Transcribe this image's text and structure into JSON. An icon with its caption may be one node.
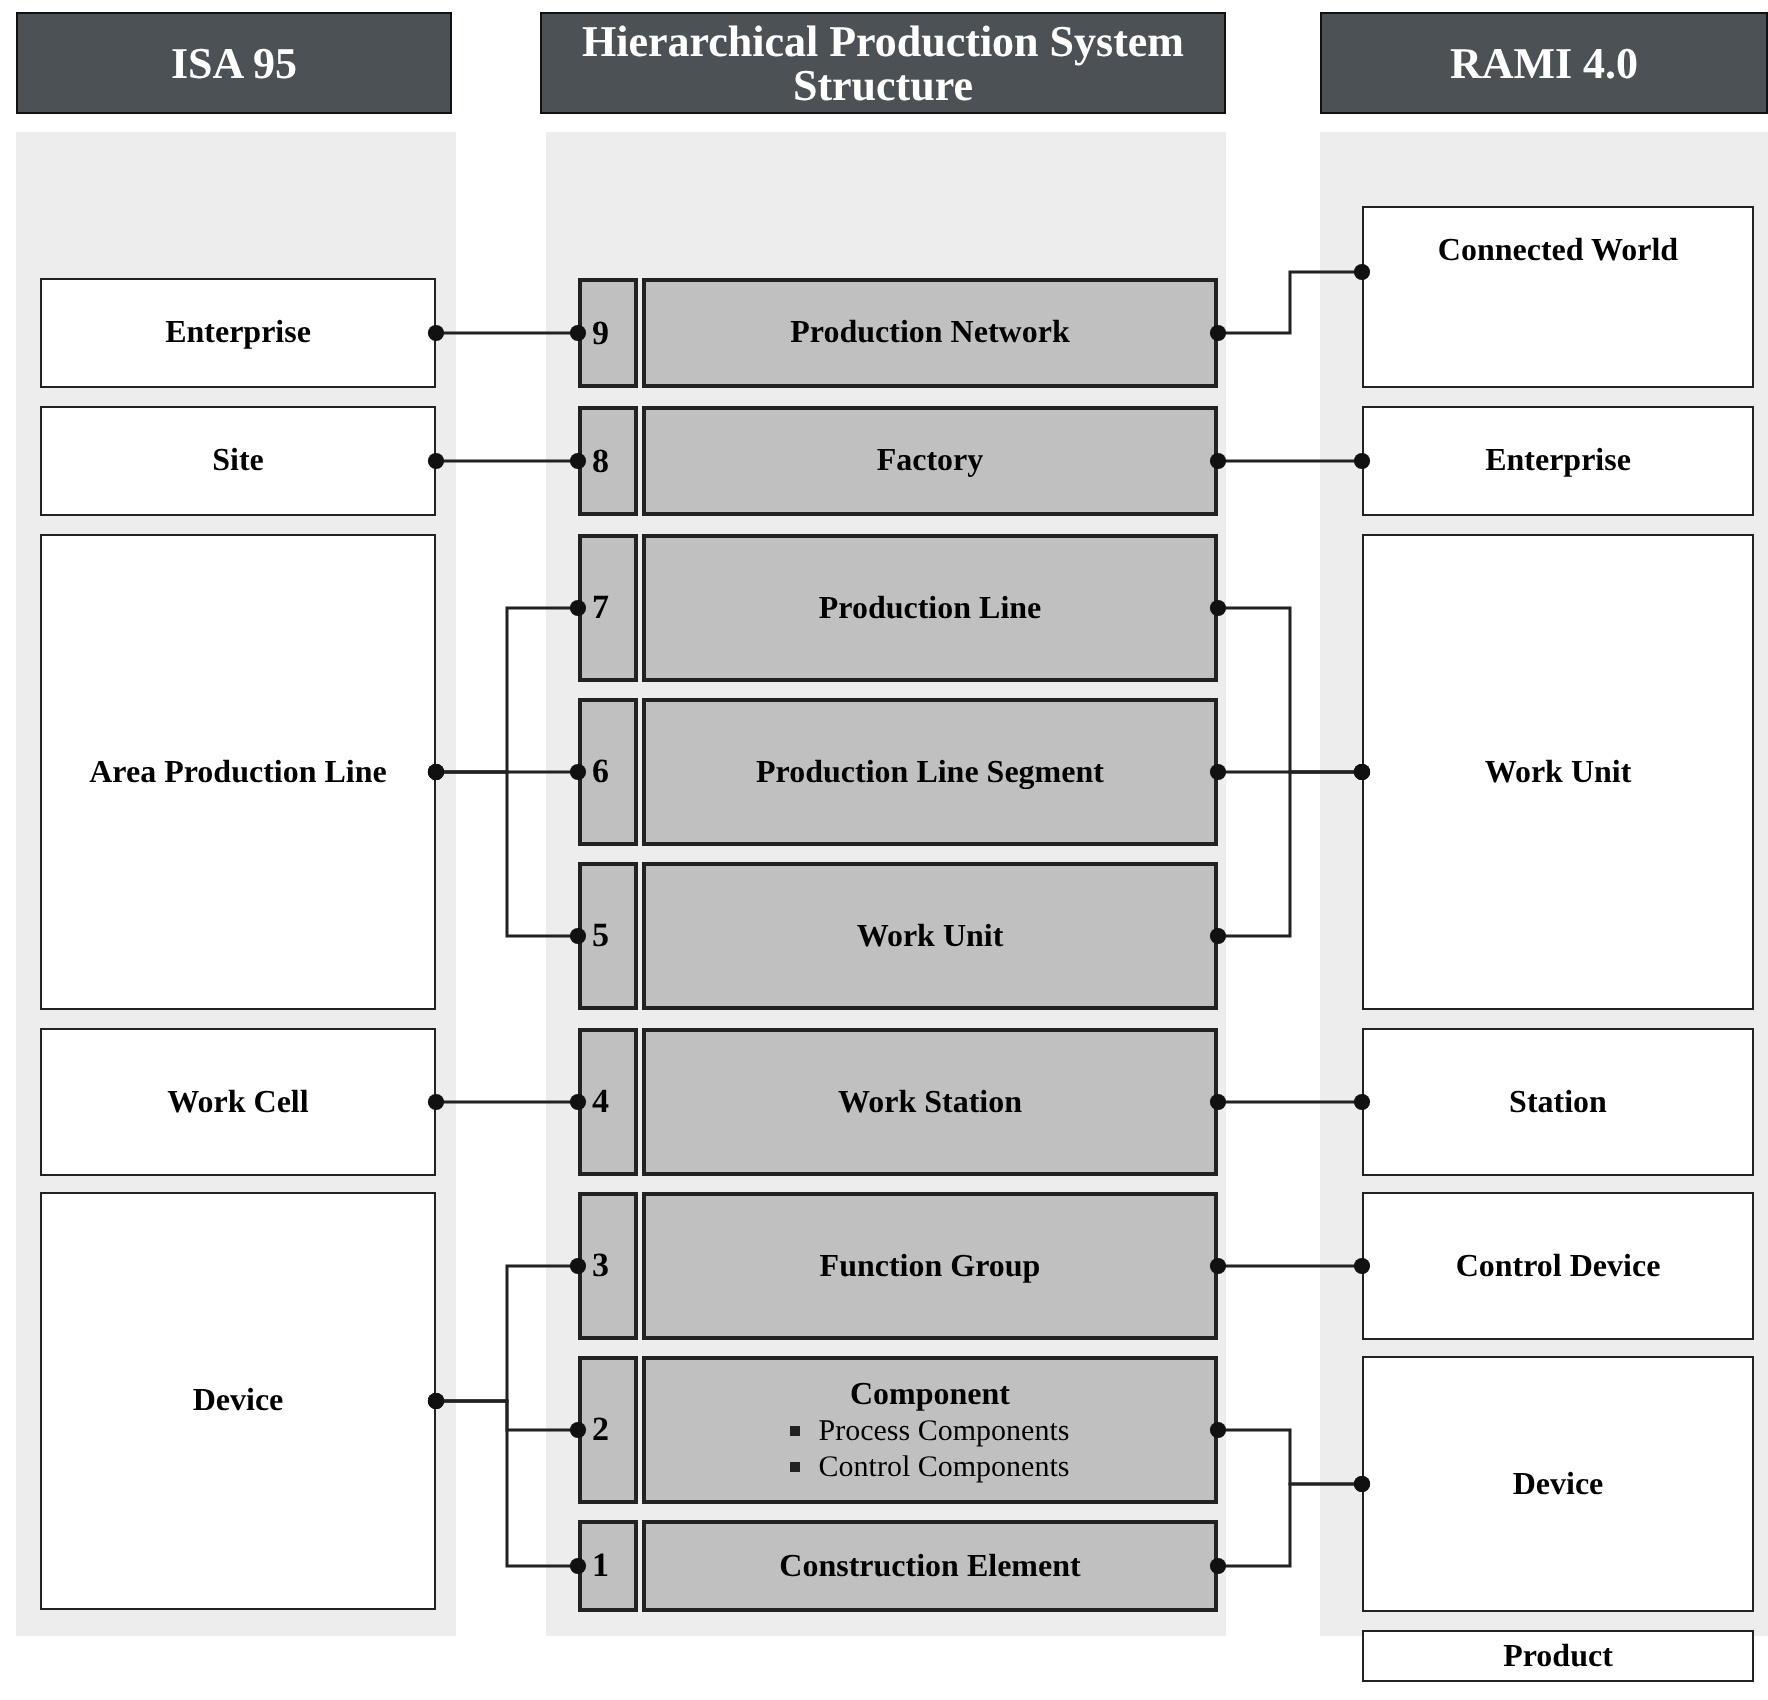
{
  "diagram": {
    "nodes": [
      {
        "text": [
          "ISA 95"
        ]
      },
      {
        "text": [
          "Hierarchical Production System Structure"
        ]
      },
      {
        "text": [
          "RAMI 4.0"
        ]
      },
      {
        "text": [
          "Enterprise"
        ]
      },
      {
        "text": [
          "Site"
        ]
      },
      {
        "text": [
          "Area Production Line"
        ]
      },
      {
        "text": [
          "Work Cell"
        ]
      },
      {
        "text": [
          "Device"
        ]
      },
      {
        "text": [
          "9"
        ]
      },
      {
        "text": [
          "Production Network"
        ]
      },
      {
        "text": [
          "8"
        ]
      },
      {
        "text": [
          "Factory"
        ]
      },
      {
        "text": [
          "7"
        ]
      },
      {
        "text": [
          "Production Line"
        ]
      },
      {
        "text": [
          "6"
        ]
      },
      {
        "text": [
          "Production Line Segment"
        ]
      },
      {
        "text": [
          "5"
        ]
      },
      {
        "text": [
          "Work Unit"
        ]
      },
      {
        "text": [
          "4"
        ]
      },
      {
        "text": [
          "Work Station"
        ]
      },
      {
        "text": [
          "3"
        ]
      },
      {
        "text": [
          "Function Group"
        ]
      },
      {
        "text": [
          "2"
        ]
      },
      {
        "text": [
          "Component",
          "Process Components",
          "Control Components"
        ]
      },
      {
        "text": [
          "1"
        ]
      },
      {
        "text": [
          "Construction Element"
        ]
      },
      {
        "text": [
          "Connected World"
        ]
      },
      {
        "text": [
          "Enterprise"
        ]
      },
      {
        "text": [
          "Work Unit"
        ]
      },
      {
        "text": [
          "Station"
        ]
      },
      {
        "text": [
          "Control Device"
        ]
      },
      {
        "text": [
          "Device"
        ]
      },
      {
        "text": [
          "Product"
        ]
      }
    ],
    "edges": [
      {
        "from": 3,
        "to": 8,
        "arrow": "other"
      },
      {
        "from": 4,
        "to": 10,
        "arrow": "other"
      },
      {
        "from": 5,
        "to": 12,
        "arrow": "other"
      },
      {
        "from": 5,
        "to": 14,
        "arrow": "other"
      },
      {
        "from": 5,
        "to": 16,
        "arrow": "other"
      },
      {
        "from": 6,
        "to": 18,
        "arrow": "other"
      },
      {
        "from": 7,
        "to": 20,
        "arrow": "other"
      },
      {
        "from": 7,
        "to": 22,
        "arrow": "other"
      },
      {
        "from": 7,
        "to": 24,
        "arrow": "other"
      },
      {
        "from": 9,
        "to": 26,
        "arrow": "other"
      },
      {
        "from": 11,
        "to": 27,
        "arrow": "other"
      },
      {
        "from": 13,
        "to": 28,
        "arrow": "other"
      },
      {
        "from": 15,
        "to": 28,
        "arrow": "other"
      },
      {
        "from": 17,
        "to": 28,
        "arrow": "other"
      },
      {
        "from": 19,
        "to": 29,
        "arrow": "other"
      },
      {
        "from": 21,
        "to": 30,
        "arrow": "other"
      },
      {
        "from": 23,
        "to": 31,
        "arrow": "other"
      },
      {
        "from": 25,
        "to": 31,
        "arrow": "other"
      }
    ]
  }
}
